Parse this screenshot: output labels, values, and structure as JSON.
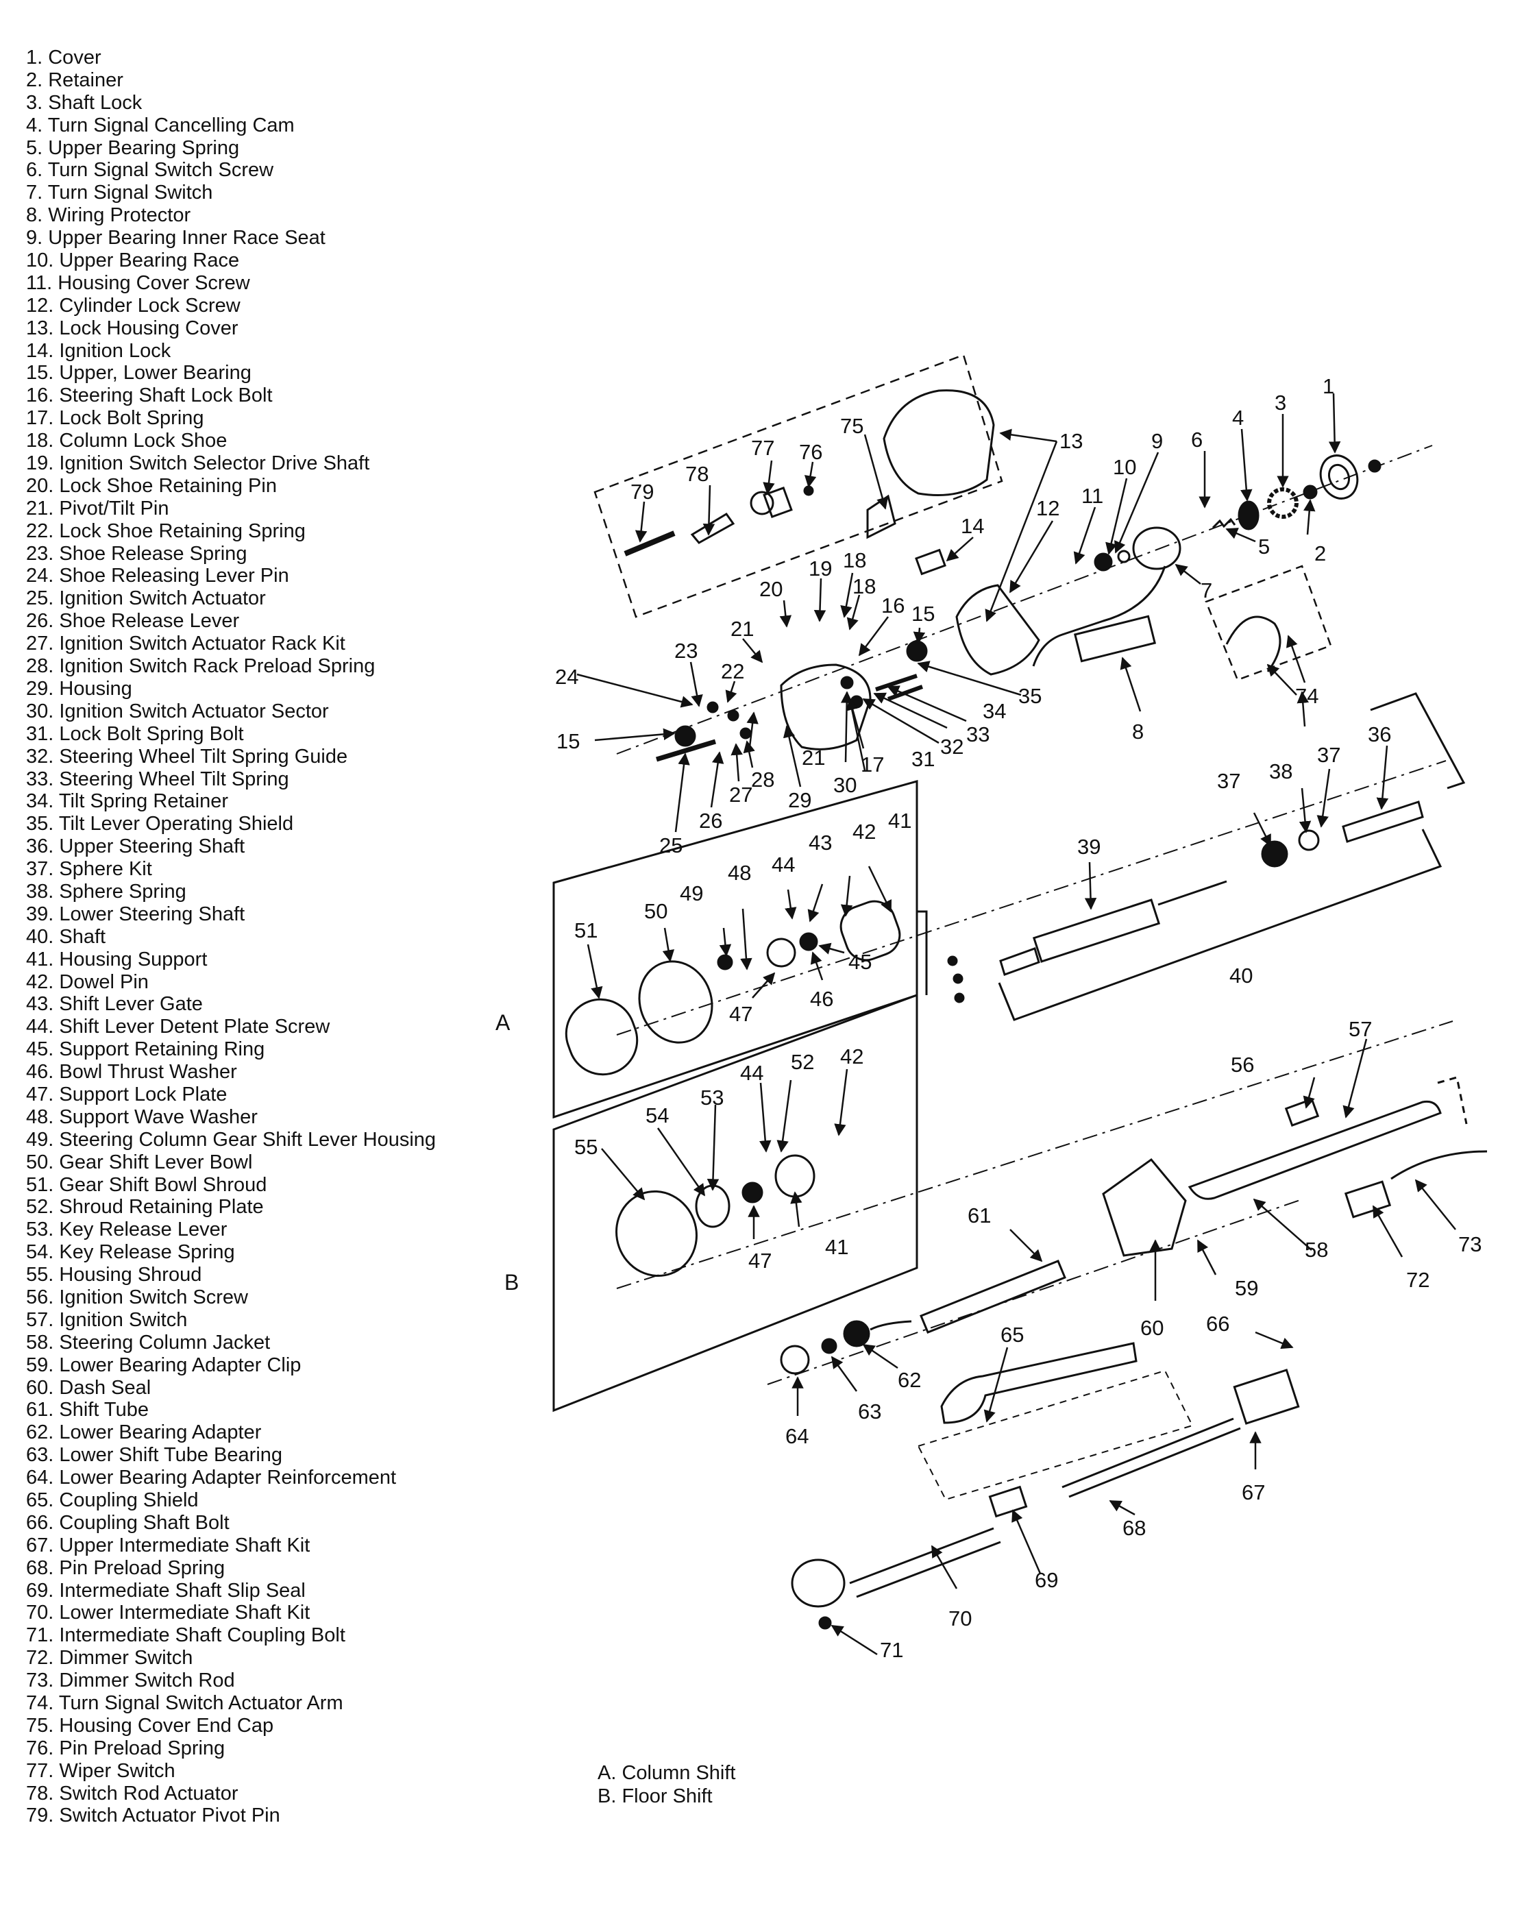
{
  "legend": [
    "1. Cover",
    "2. Retainer",
    "3. Shaft Lock",
    "4. Turn Signal Cancelling Cam",
    "5. Upper Bearing Spring",
    "6. Turn Signal Switch Screw",
    "7. Turn Signal Switch",
    "8. Wiring Protector",
    "9. Upper Bearing Inner Race Seat",
    "10. Upper Bearing Race",
    "11. Housing Cover Screw",
    "12. Cylinder Lock Screw",
    "13. Lock Housing Cover",
    "14. Ignition Lock",
    "15. Upper, Lower Bearing",
    "16. Steering Shaft Lock Bolt",
    "17. Lock Bolt Spring",
    "18. Column Lock Shoe",
    "19. Ignition Switch Selector Drive Shaft",
    "20. Lock Shoe Retaining Pin",
    "21. Pivot/Tilt Pin",
    "22. Lock Shoe Retaining Spring",
    "23. Shoe Release Spring",
    "24. Shoe Releasing Lever Pin",
    "25. Ignition Switch Actuator",
    "26. Shoe Release Lever",
    "27. Ignition Switch Actuator Rack Kit",
    "28. Ignition Switch Rack Preload Spring",
    "29. Housing",
    "30. Ignition Switch Actuator Sector",
    "31. Lock Bolt Spring Bolt",
    "32. Steering Wheel Tilt Spring Guide",
    "33. Steering Wheel Tilt Spring",
    "34. Tilt Spring Retainer",
    "35. Tilt Lever Operating Shield",
    "36. Upper Steering Shaft",
    "37. Sphere Kit",
    "38. Sphere Spring",
    "39. Lower Steering Shaft",
    "40. Shaft",
    "41. Housing Support",
    "42. Dowel Pin",
    "43. Shift Lever Gate",
    "44. Shift Lever Detent Plate Screw",
    "45. Support Retaining Ring",
    "46. Bowl Thrust Washer",
    "47. Support Lock Plate",
    "48. Support Wave Washer",
    "49. Steering Column Gear Shift Lever Housing",
    "50. Gear Shift Lever Bowl",
    "51. Gear Shift Bowl Shroud",
    "52. Shroud Retaining Plate",
    "53. Key Release Lever",
    "54. Key Release Spring",
    "55. Housing Shroud",
    "56. Ignition Switch Screw",
    "57. Ignition Switch",
    "58. Steering Column Jacket",
    "59. Lower Bearing Adapter Clip",
    "60. Dash Seal",
    "61. Shift Tube",
    "62. Lower Bearing Adapter",
    "63. Lower Shift Tube Bearing",
    "64. Lower Bearing Adapter Reinforcement",
    "65. Coupling Shield",
    "66. Coupling Shaft Bolt",
    "67. Upper Intermediate Shaft Kit",
    "68. Pin Preload Spring",
    "69. Intermediate Shaft Slip Seal",
    "70. Lower Intermediate Shaft Kit",
    "71. Intermediate Shaft Coupling Bolt",
    "72. Dimmer Switch",
    "73. Dimmer Switch Rod",
    "74. Turn Signal Switch Actuator Arm",
    "75. Housing Cover End Cap",
    "76. Pin Preload Spring",
    "77. Wiper Switch",
    "78. Switch Rod Actuator",
    "79. Switch Actuator Pivot Pin"
  ],
  "section_letters": {
    "a": "A",
    "b": "B"
  },
  "key": [
    "A. Column Shift",
    "B. Floor Shift"
  ],
  "callouts": {
    "c1": "1",
    "c2": "2",
    "c3": "3",
    "c4": "4",
    "c5": "5",
    "c6": "6",
    "c7": "7",
    "c8": "8",
    "c9": "9",
    "c10": "10",
    "c11": "11",
    "c12": "12",
    "c13": "13",
    "c14": "14",
    "c15a": "15",
    "c15b": "15",
    "c16": "16",
    "c17": "17",
    "c18a": "18",
    "c18b": "18",
    "c19": "19",
    "c20": "20",
    "c21a": "21",
    "c21b": "21",
    "c22": "22",
    "c23": "23",
    "c24": "24",
    "c25": "25",
    "c26": "26",
    "c27": "27",
    "c28": "28",
    "c29": "29",
    "c30": "30",
    "c31": "31",
    "c32": "32",
    "c33": "33",
    "c34": "34",
    "c35": "35",
    "c36": "36",
    "c37a": "37",
    "c37b": "37",
    "c38": "38",
    "c39": "39",
    "c40": "40",
    "c41a": "41",
    "c41b": "41",
    "c42a": "42",
    "c42b": "42",
    "c43": "43",
    "c44a": "44",
    "c44b": "44",
    "c45": "45",
    "c46": "46",
    "c47a": "47",
    "c47b": "47",
    "c48": "48",
    "c49": "49",
    "c50": "50",
    "c51": "51",
    "c52": "52",
    "c53": "53",
    "c54": "54",
    "c55": "55",
    "c56": "56",
    "c57": "57",
    "c58": "58",
    "c59": "59",
    "c60": "60",
    "c61": "61",
    "c62": "62",
    "c63": "63",
    "c64": "64",
    "c65": "65",
    "c66": "66",
    "c67": "67",
    "c68": "68",
    "c69": "69",
    "c70": "70",
    "c71": "71",
    "c72": "72",
    "c73": "73",
    "c74": "74",
    "c75": "75",
    "c76": "76",
    "c77": "77",
    "c78": "78",
    "c79": "79"
  }
}
